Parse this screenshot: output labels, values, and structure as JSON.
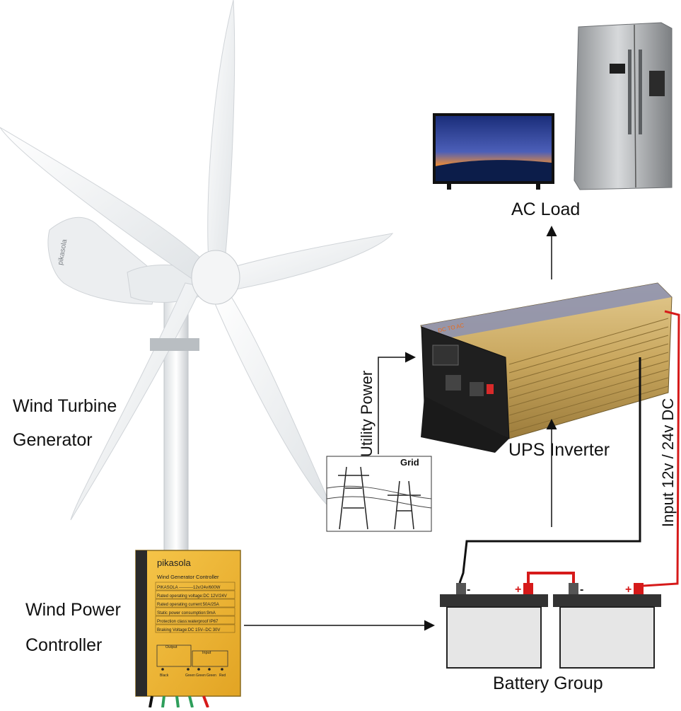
{
  "labels": {
    "wind_turbine_line1": "Wind Turbine",
    "wind_turbine_line2": "Generator",
    "wind_controller_line1": "Wind Power",
    "wind_controller_line2": "Controller",
    "ac_load": "AC Load",
    "ups_inverter": "UPS Inverter",
    "utility_power": "Utility Power",
    "grid": "Grid",
    "battery_group": "Battery Group",
    "input_dc": "Input 12v / 24v DC"
  },
  "controller_panel": {
    "brand": "pikasola",
    "title": "Wind Generator Controller",
    "lines": [
      "PIKASOLA ----------12v/24v/600W",
      "Rated operating voltage:DC 12V/24V",
      "Rated operating current:50A/25A",
      "Static power consumption:9mA",
      "Protection class:waterproof IP67",
      "Braking Voltage:DC 15V--DC 30V"
    ],
    "output_label": "Output",
    "input_label": "Input",
    "terminal_labels": [
      "Black",
      "Green",
      "Green",
      "Green",
      "Red"
    ]
  },
  "turbine": {
    "brand": "pikasola"
  },
  "inverter": {
    "face_label": "DC TO AC"
  },
  "battery": {
    "minus": "-",
    "plus": "+"
  },
  "colors": {
    "wire_black": "#111111",
    "wire_red": "#d61a1a",
    "controller_yellow": "#f2b632",
    "inverter_gold": "#c9a75e",
    "battery_gray": "#e3e3e3"
  }
}
